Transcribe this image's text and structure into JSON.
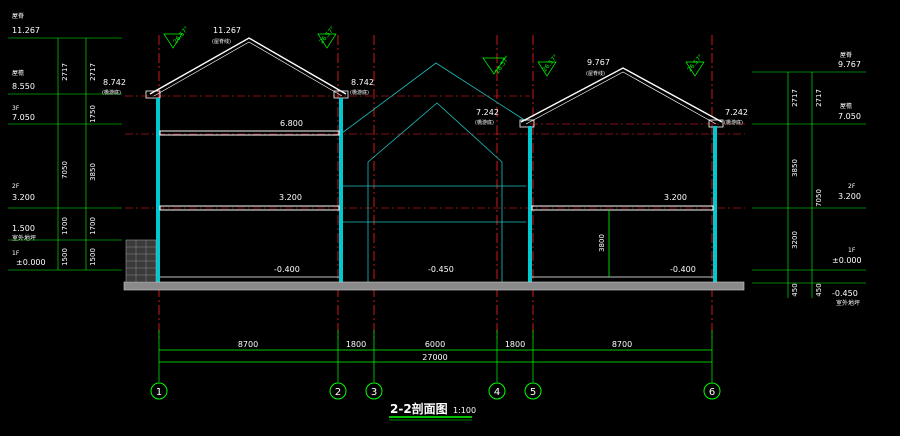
{
  "title": "2-2剖面图",
  "scale": "1:100",
  "left_levels": [
    {
      "label": "屋脊",
      "value": "11.267"
    },
    {
      "label": "屋檐",
      "value": "8.550"
    },
    {
      "label": "3F",
      "value": "7.050"
    },
    {
      "label": "2F",
      "value": "3.200"
    },
    {
      "label": "室外地坪",
      "value": "1.500"
    },
    {
      "label": "1F",
      "value": "±0.000"
    }
  ],
  "right_levels": [
    {
      "label": "屋脊",
      "value": "9.767"
    },
    {
      "label": "屋檐",
      "value": "7.050"
    },
    {
      "label": "2F",
      "value": "3.200"
    },
    {
      "label": "1F",
      "value": "±0.000"
    },
    {
      "label": "室外地坪",
      "value": "-0.450"
    }
  ],
  "left_dims": {
    "outer": [
      "2717",
      "7050",
      "1700",
      "1500"
    ],
    "inner": [
      "2717",
      "1750",
      "3850",
      "1700",
      "1500"
    ]
  },
  "right_dims": {
    "inner": [
      "2717",
      "3850",
      "3200",
      "450"
    ],
    "outer": [
      "2717",
      "7050",
      "450"
    ]
  },
  "elevations": {
    "ridge_left": "11.267",
    "eave_left": "8.742",
    "eave_left_note": "(檐游底)",
    "eave_mid": "8.742",
    "eave_mid_note": "(檐游底)",
    "eave_mid2": "7.242",
    "eave_mid2_note": "(檐游底)",
    "ridge_right": "9.767",
    "ridge_right_note": "(屋脊线)",
    "eave_right": "7.242",
    "eave_right_note": "(檐游底)",
    "floor3_left": "6.800",
    "floor2_left": "3.200",
    "floor2_right": "3.200",
    "ground_left": "-0.400",
    "ground_mid": "-0.450",
    "ground_right": "-0.400",
    "ridge_note": "(屋脊线)"
  },
  "slopes": [
    "26.57°",
    "26.57°",
    "26.57°",
    "26.57°",
    "26.57°"
  ],
  "dim_3800": "3800",
  "bay_dims": [
    "8700",
    "1800",
    "6000",
    "1800",
    "8700"
  ],
  "total_dim": "27000",
  "axes": [
    "1",
    "2",
    "3",
    "4",
    "5",
    "6"
  ],
  "colors": {
    "background": "#000000",
    "wall": "#00c8d0",
    "line_white": "#ffffff",
    "dim_green": "#00ff00",
    "axis_red": "#ff2020",
    "ghost_cyan": "#20c0c0",
    "ground_grey": "#8a8a8a"
  }
}
